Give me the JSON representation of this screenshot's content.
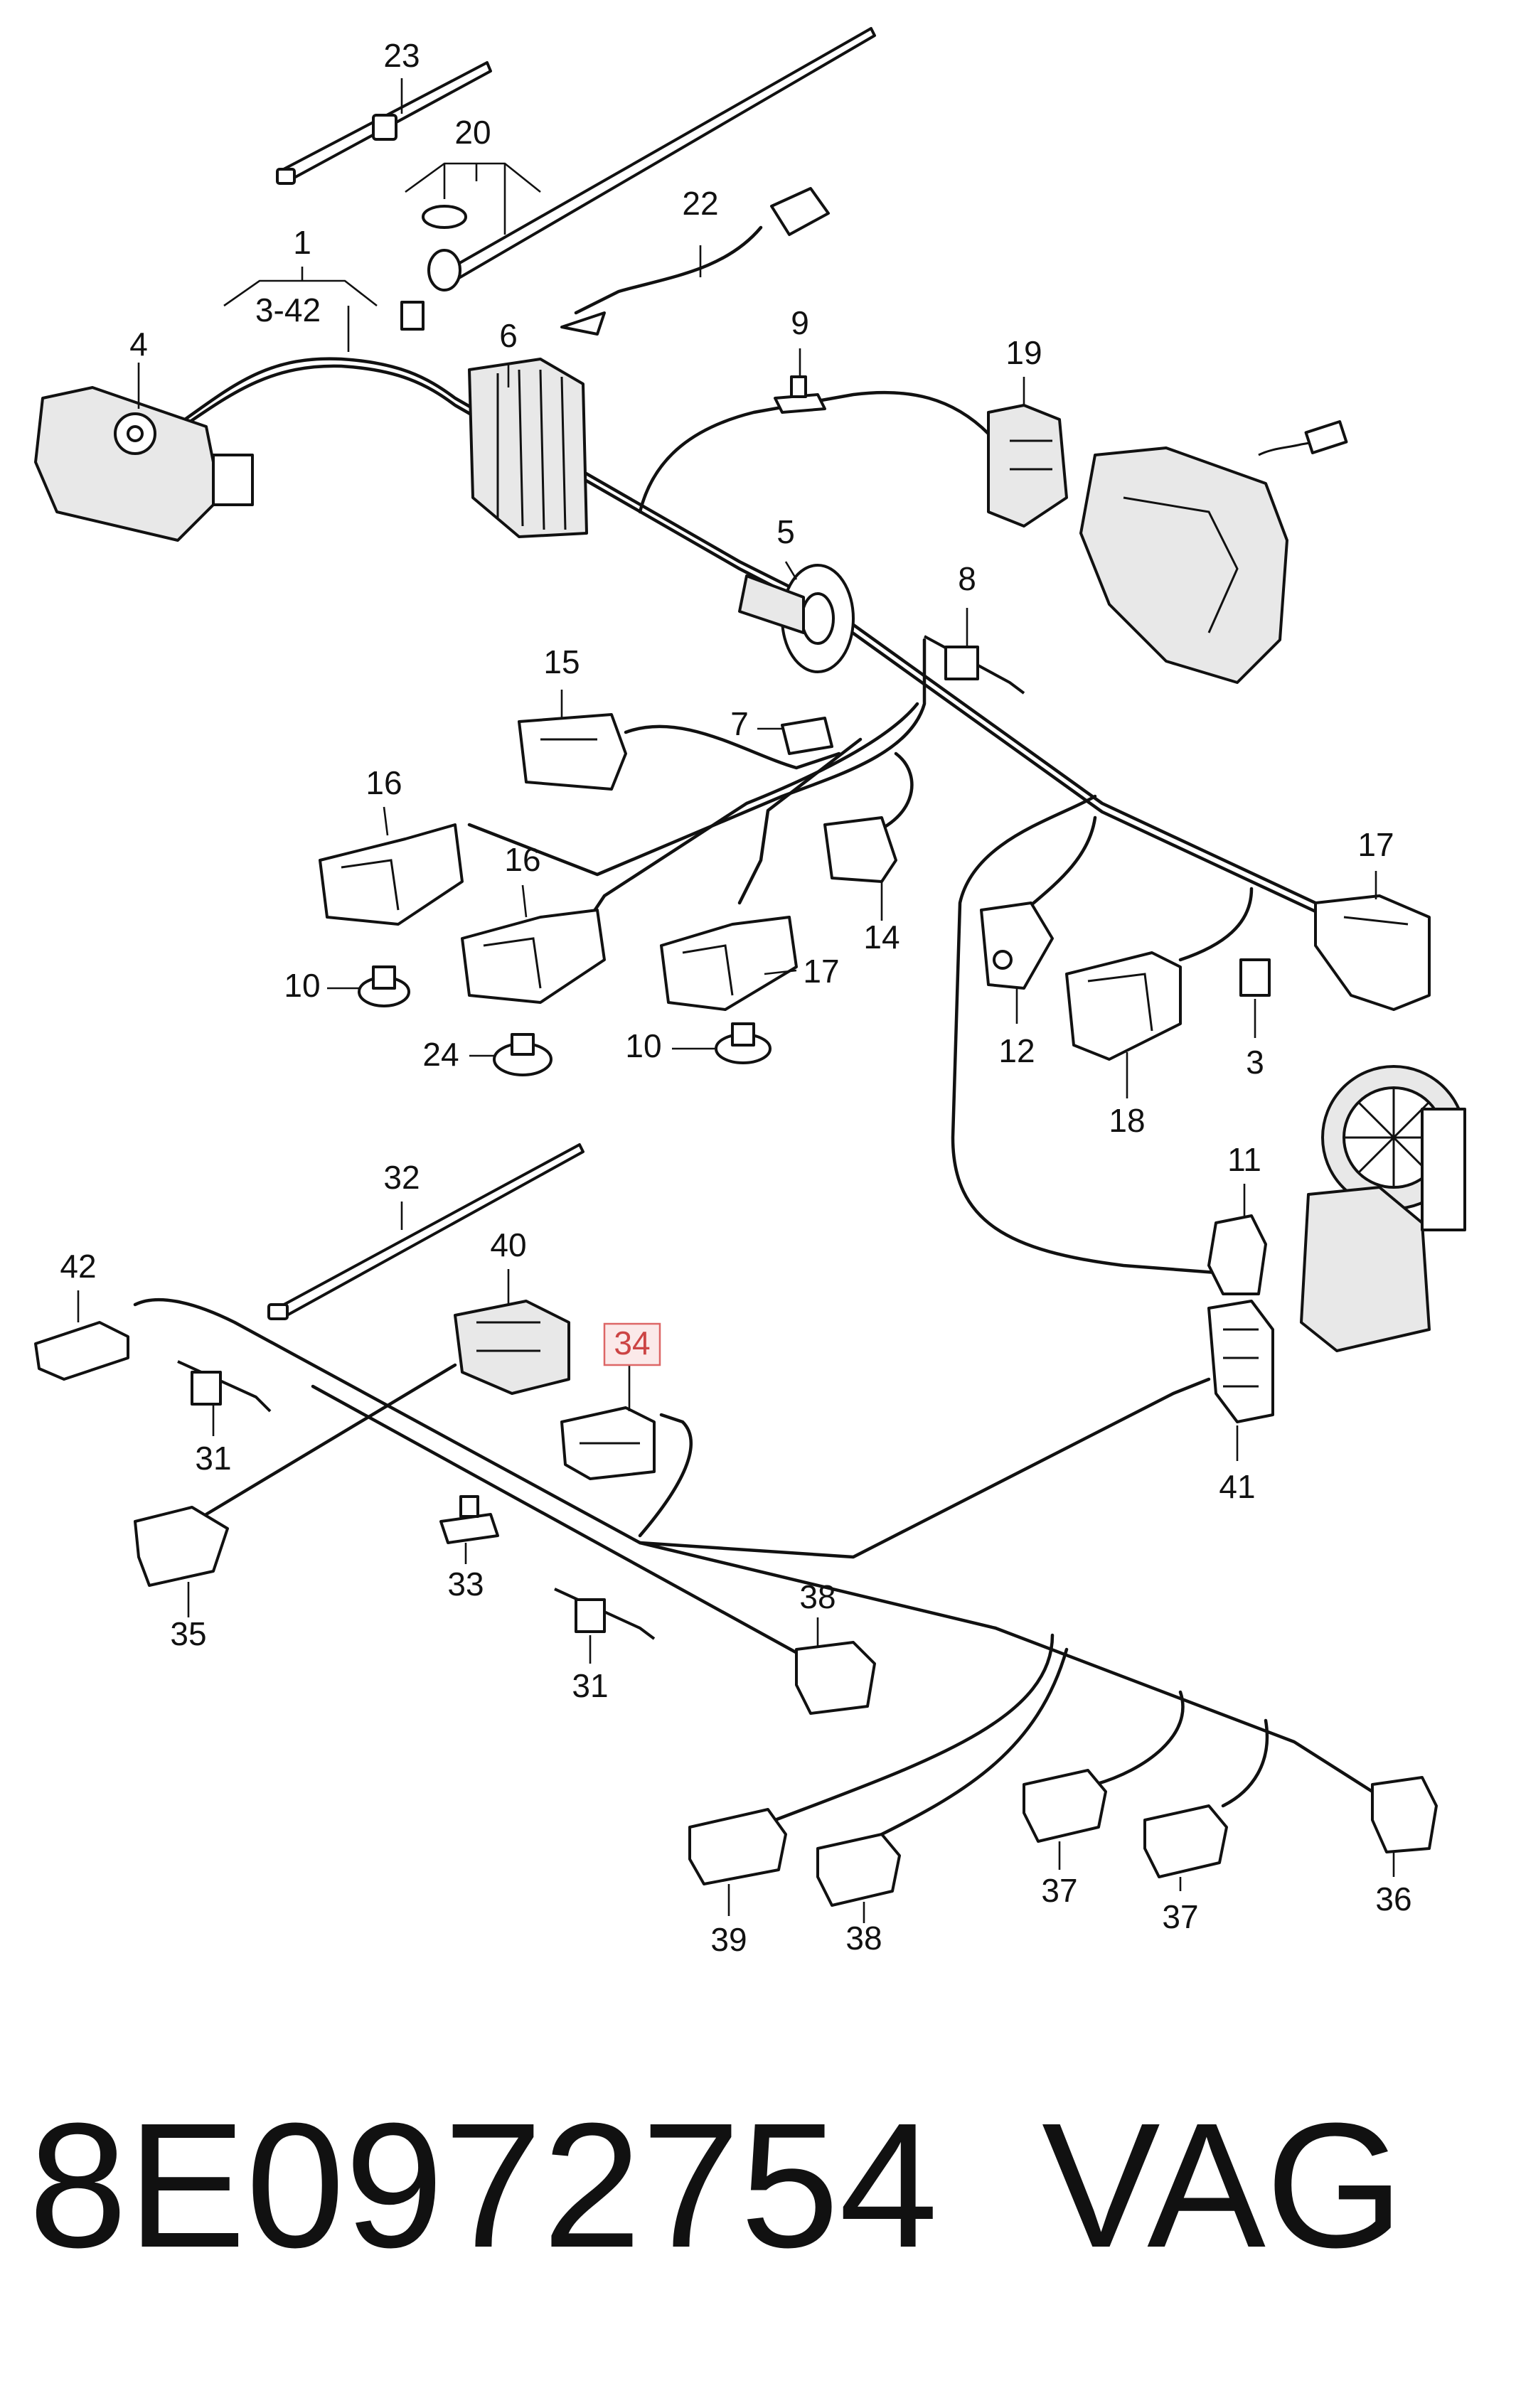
{
  "labels": {
    "l1": "1",
    "l1r": "3-42",
    "l3": "3",
    "l4": "4",
    "l5": "5",
    "l6": "6",
    "l7": "7",
    "l8": "8",
    "l9": "9",
    "l10a": "10",
    "l10b": "10",
    "l11": "11",
    "l12": "12",
    "l14": "14",
    "l15": "15",
    "l16a": "16",
    "l16b": "16",
    "l17a": "17",
    "l17b": "17",
    "l18": "18",
    "l19": "19",
    "l20": "20",
    "l22": "22",
    "l23": "23",
    "l24": "24",
    "l31a": "31",
    "l31b": "31",
    "l32": "32",
    "l33": "33",
    "l34": "34",
    "l35": "35",
    "l36": "36",
    "l37a": "37",
    "l37b": "37",
    "l38a": "38",
    "l38b": "38",
    "l39": "39",
    "l40": "40",
    "l41": "41",
    "l42": "42"
  },
  "highlighted_label": "34",
  "footer": {
    "part_number": "8E0972754",
    "brand": "VAG"
  }
}
